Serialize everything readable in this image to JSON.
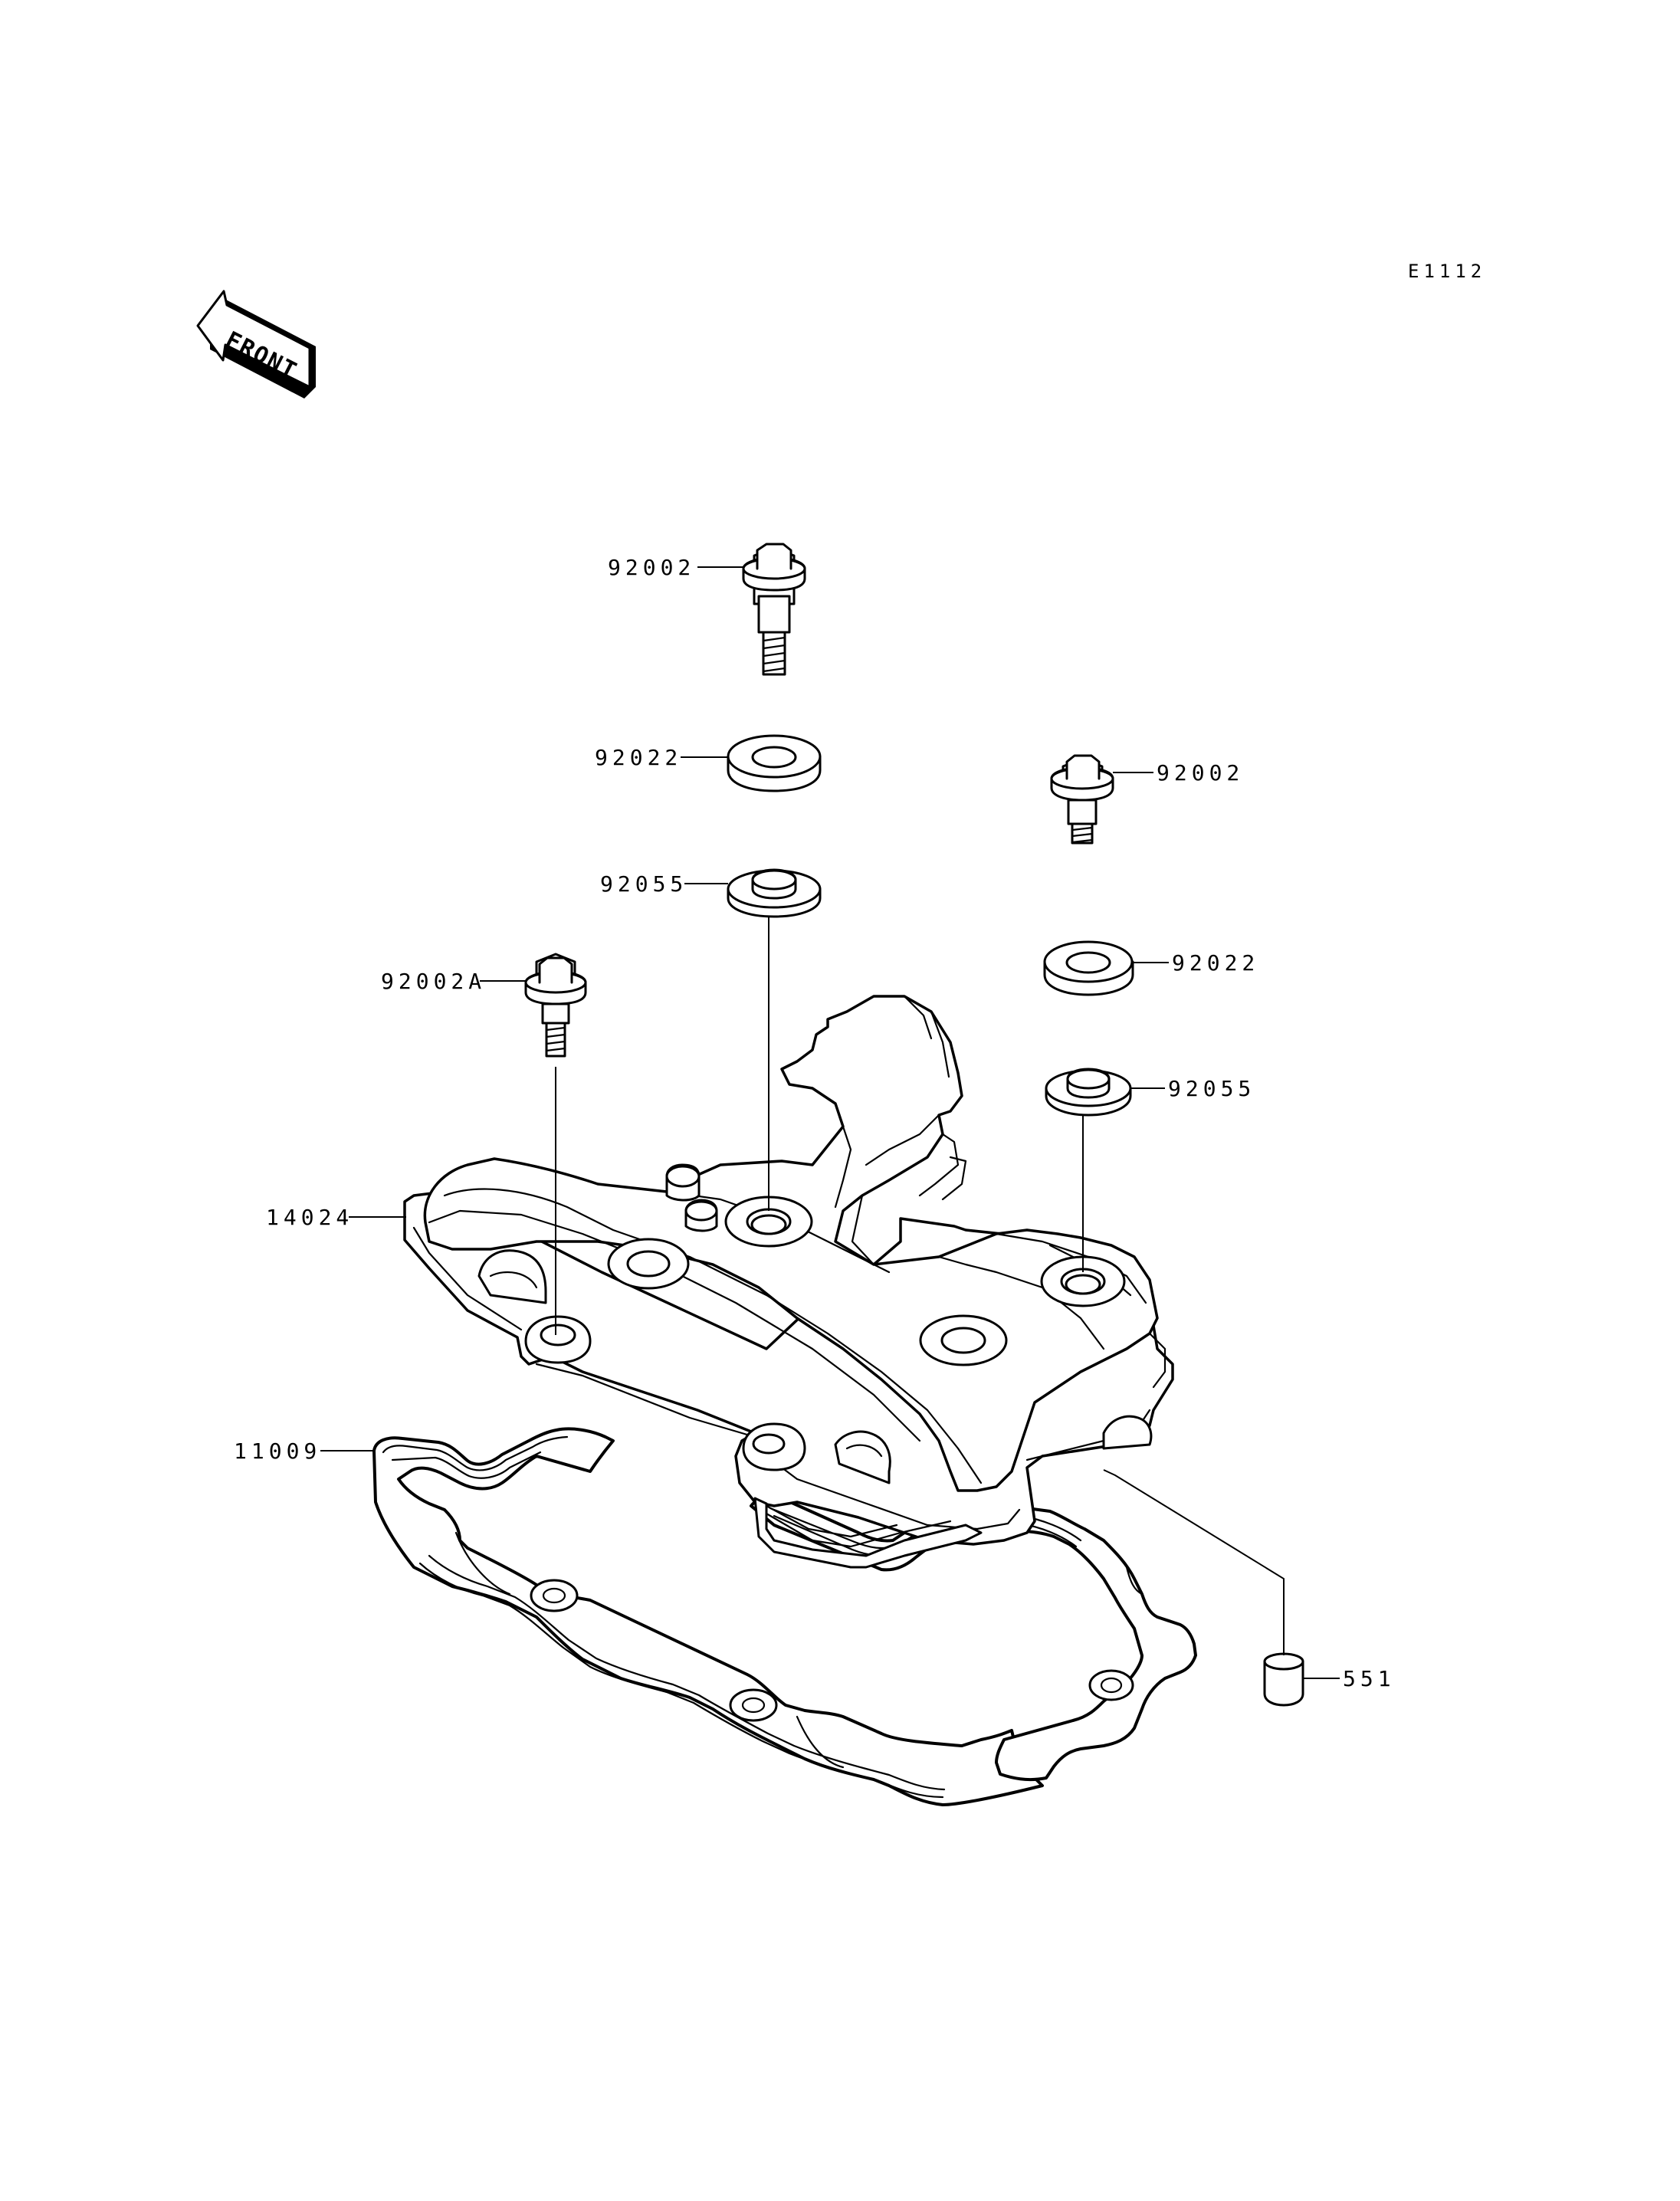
{
  "drawing_code": "E1112",
  "front_arrow_label": "FRONT",
  "callouts": [
    {
      "id": "bolt-top",
      "label": "92002"
    },
    {
      "id": "washer-top",
      "label": "92022"
    },
    {
      "id": "grommet-top",
      "label": "92055"
    },
    {
      "id": "bolt-left",
      "label": "92002A"
    },
    {
      "id": "bolt-right",
      "label": "92002"
    },
    {
      "id": "washer-right",
      "label": "92022"
    },
    {
      "id": "grommet-right",
      "label": "92055"
    },
    {
      "id": "cover",
      "label": "14024"
    },
    {
      "id": "gasket",
      "label": "11009"
    },
    {
      "id": "dowel",
      "label": "551"
    }
  ],
  "colors": {
    "ink": "#000000",
    "paper": "#ffffff"
  }
}
